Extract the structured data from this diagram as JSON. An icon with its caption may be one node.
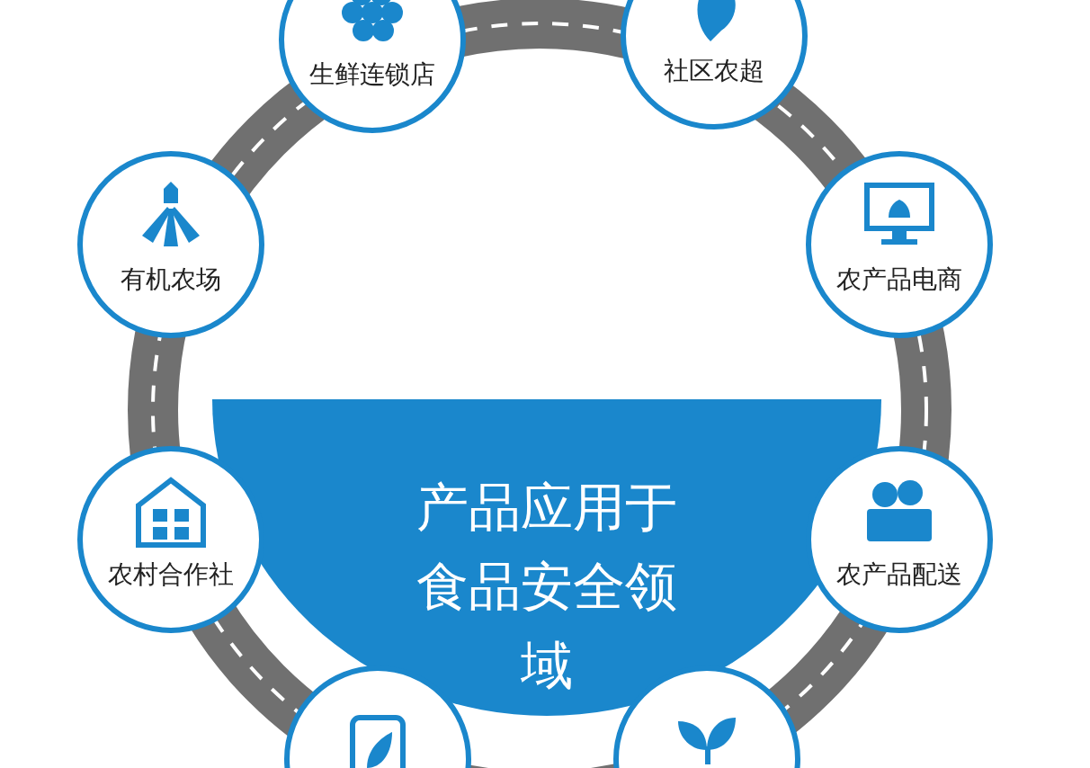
{
  "diagram": {
    "nodes": [
      {
        "text": [
          "生鲜连锁店"
        ]
      },
      {
        "text": [
          "社区农超"
        ]
      },
      {
        "text": [
          "有机农场"
        ]
      },
      {
        "text": [
          "农产品电商"
        ]
      },
      {
        "text": [
          "产品应用于食品安全领域"
        ]
      },
      {
        "text": [
          "农村合作社"
        ]
      },
      {
        "text": [
          "农产品配送"
        ]
      },
      {
        "text": [],
        "shape": "circle"
      },
      {
        "text": [],
        "shape": "circle"
      }
    ]
  }
}
